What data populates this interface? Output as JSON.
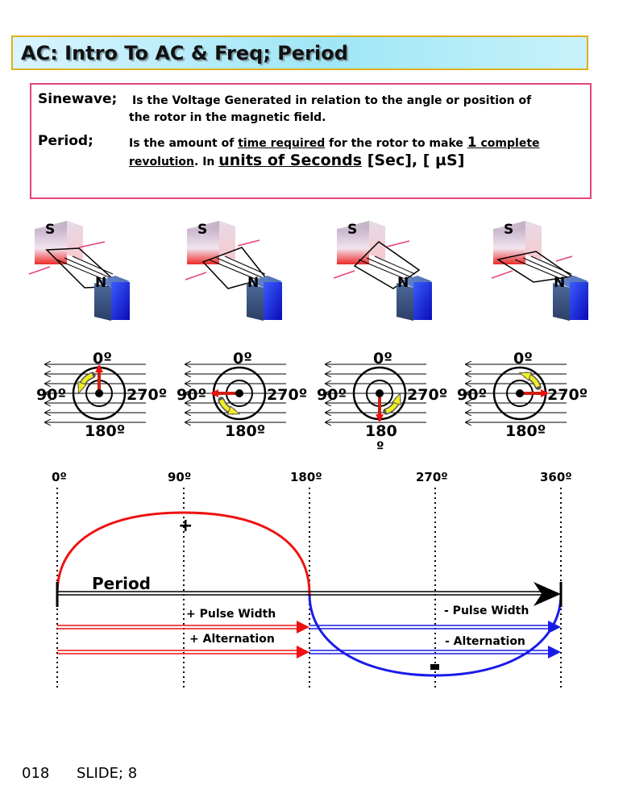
{
  "title": "AC: Intro To AC & Freq; Period",
  "sinewave": {
    "term": "Sinewave;",
    "line1": "Is the Voltage Generated in relation to the angle or position of",
    "line2": "the rotor in the magnetic field."
  },
  "period": {
    "term": "Period;",
    "l1_a": "Is the amount of ",
    "l1_b": "time required",
    "l1_c": " for the rotor to make ",
    "l1_d": "1",
    "l1_e": " complete",
    "l2_a": "revolution",
    "l2_b": ".  In ",
    "l2_c": "units of Seconds",
    "l2_d": " [Sec], [ µS]"
  },
  "magnets": {
    "south": "S",
    "north": "N"
  },
  "rotor_diagrams": [
    {
      "top": "0º",
      "left": "90º",
      "right": "270º",
      "bottom": "180º",
      "arrow_angle": 0
    },
    {
      "top": "0º",
      "left": "90º",
      "right": "270º",
      "bottom": "180º",
      "arrow_angle": 90
    },
    {
      "top": "0º",
      "left": "90º",
      "right": "270º",
      "bottom": "180",
      "bottom_sup": "º",
      "arrow_angle": 180
    },
    {
      "top": "0º",
      "left": "90º",
      "right": "270º",
      "bottom": "180º",
      "arrow_angle": 270
    }
  ],
  "waveform": {
    "angle_labels": [
      "0º",
      "90º",
      "180º",
      "270º",
      "360º"
    ],
    "plus": "+",
    "minus": "-",
    "period_label": "Period",
    "pos_pulse_width": "+ Pulse Width",
    "neg_pulse_width": "- Pulse Width",
    "pos_alternation": "+ Alternation",
    "neg_alternation": "- Alternation"
  },
  "colors": {
    "positive": "#ee1111",
    "negative": "#1a1ae8",
    "rotor_arrow": "#d02010",
    "rotation_arrow": "#f2ee20"
  },
  "footer": {
    "number": "018",
    "slide": "SLIDE; 8"
  }
}
